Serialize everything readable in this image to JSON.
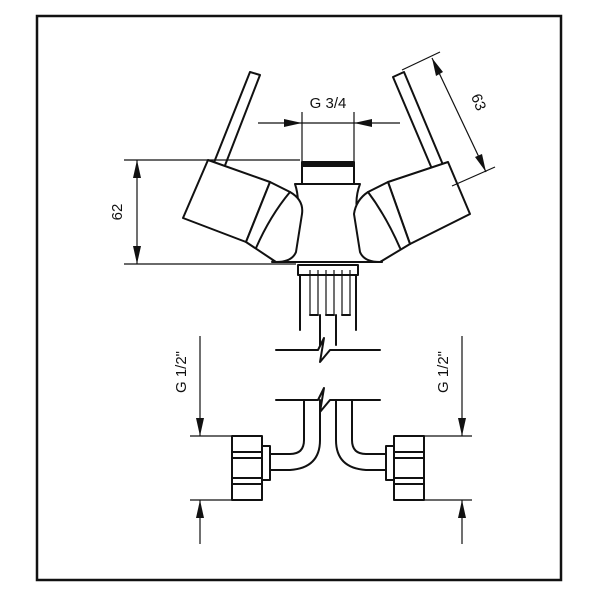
{
  "diagram": {
    "dimensions": {
      "inlet_thread": "G 3/4",
      "lever_length": "63",
      "body_height": "62",
      "hose_left_thread": "G 1/2\"",
      "hose_right_thread": "G 1/2\""
    },
    "colors": {
      "line": "#111111",
      "background": "#ffffff"
    }
  }
}
